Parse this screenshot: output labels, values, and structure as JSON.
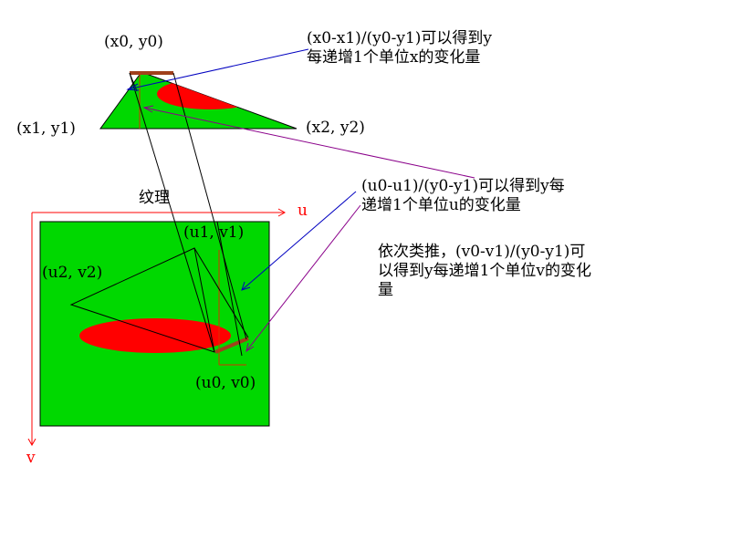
{
  "labels": {
    "p0": "(x0, y0)",
    "p1": "(x1, y1)",
    "p2": "(x2, y2)",
    "texture": "纹理",
    "u_axis": "u",
    "v_axis": "v",
    "t0": "(u0, v0)",
    "t1": "(u1, v1)",
    "t2": "(u2, v2)"
  },
  "notes": {
    "note_x_line1": "(x0-x1)/(y0-y1)可以得到y",
    "note_x_line2": "每递增1个单位x的变化量",
    "note_u_line1": "(u0-u1)/(y0-y1)可以得到y每",
    "note_u_line2": "递增1个单位u的变化量",
    "note_v_line1": "依次类推，(v0-v1)/(y0-y1)可",
    "note_v_line2": "以得到y每递增1个单位v的变化",
    "note_v_line3": "量"
  },
  "colors": {
    "fill_green": "#00d800",
    "highlight_red": "#ff0000",
    "bar_brown": "#a0401c",
    "arrow_blue": "#0000c0",
    "arrow_purple": "#8a008a"
  }
}
